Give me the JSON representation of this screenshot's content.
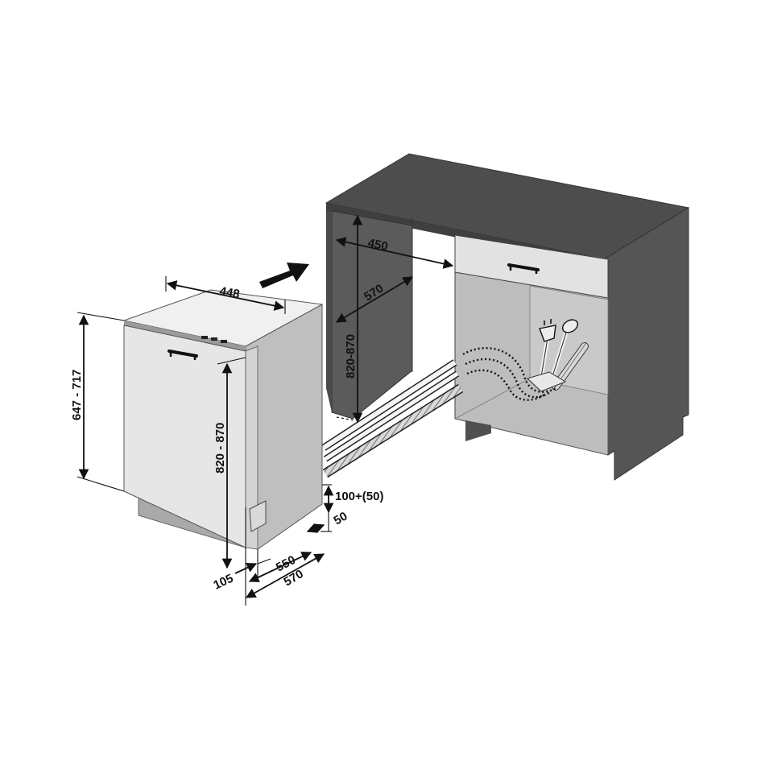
{
  "colors": {
    "cabinet_dark": "#5b5b5b",
    "cabinet_top": "#4d4d4d",
    "cabinet_inner": "#bdbdbd",
    "drawer": "#e2e2e2",
    "appliance_front": "#e6e6e6",
    "appliance_side": "#bfbfbf",
    "appliance_top": "#f0f0f0",
    "plinth": "#a9a9a9",
    "hose": "#cfcfcf",
    "line": "#111111"
  },
  "dimensions": {
    "appliance_width": "448",
    "appliance_height": "647 - 717",
    "niche_height_front": "820 - 870",
    "plinth_height": "100+(50)",
    "plinth_setback": "50",
    "appliance_depth": "550",
    "door_depth": "570",
    "door_offset": "105",
    "niche_width": "450",
    "niche_depth": "570",
    "niche_height": "820-870"
  },
  "icons": {
    "move_arrow": "arrow-right-icon",
    "power_plug": "power-plug-icon",
    "water_valve": "water-valve-icon"
  }
}
